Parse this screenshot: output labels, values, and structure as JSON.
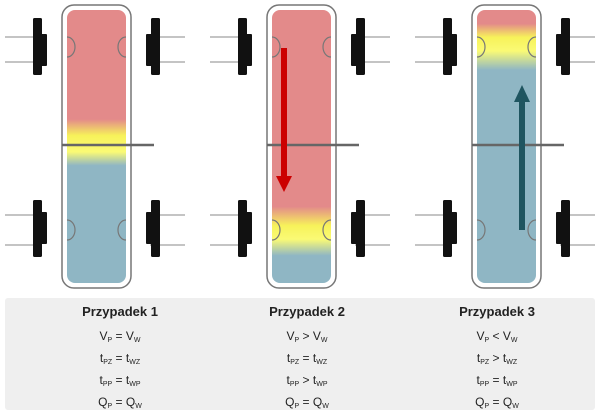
{
  "cases": [
    {
      "title": "Przypadek 1",
      "flow_arrow": "none",
      "equations": [
        {
          "l": "V",
          "ls": "P",
          "op": "=",
          "r": "V",
          "rs": "W"
        },
        {
          "l": "t",
          "ls": "PZ",
          "op": "=",
          "r": "t",
          "rs": "WZ"
        },
        {
          "l": "t",
          "ls": "PP",
          "op": "=",
          "r": "t",
          "rs": "WP"
        },
        {
          "l": "Q",
          "ls": "P",
          "op": "=",
          "r": "Q",
          "rs": "W"
        }
      ]
    },
    {
      "title": "Przypadek 2",
      "flow_arrow": "down",
      "equations": [
        {
          "l": "V",
          "ls": "P",
          "op": ">",
          "r": "V",
          "rs": "W"
        },
        {
          "l": "t",
          "ls": "PZ",
          "op": "=",
          "r": "t",
          "rs": "WZ"
        },
        {
          "l": "t",
          "ls": "PP",
          "op": ">",
          "r": "t",
          "rs": "WP"
        },
        {
          "l": "Q",
          "ls": "P",
          "op": "=",
          "r": "Q",
          "rs": "W"
        }
      ]
    },
    {
      "title": "Przypadek 3",
      "flow_arrow": "up",
      "equations": [
        {
          "l": "V",
          "ls": "P",
          "op": "<",
          "r": "V",
          "rs": "W"
        },
        {
          "l": "t",
          "ls": "PZ",
          "op": ">",
          "r": "t",
          "rs": "WZ"
        },
        {
          "l": "t",
          "ls": "PP",
          "op": "=",
          "r": "t",
          "rs": "WP"
        },
        {
          "l": "Q",
          "ls": "P",
          "op": "=",
          "r": "Q",
          "rs": "W"
        }
      ]
    }
  ],
  "colors": {
    "hot": "#e38a8a",
    "transition": "#f7f25a",
    "cold": "#8fb6c4",
    "arrow_down": "#cc0000",
    "arrow_up": "#1f5560",
    "wheel": "#111111",
    "text": "#222222"
  }
}
